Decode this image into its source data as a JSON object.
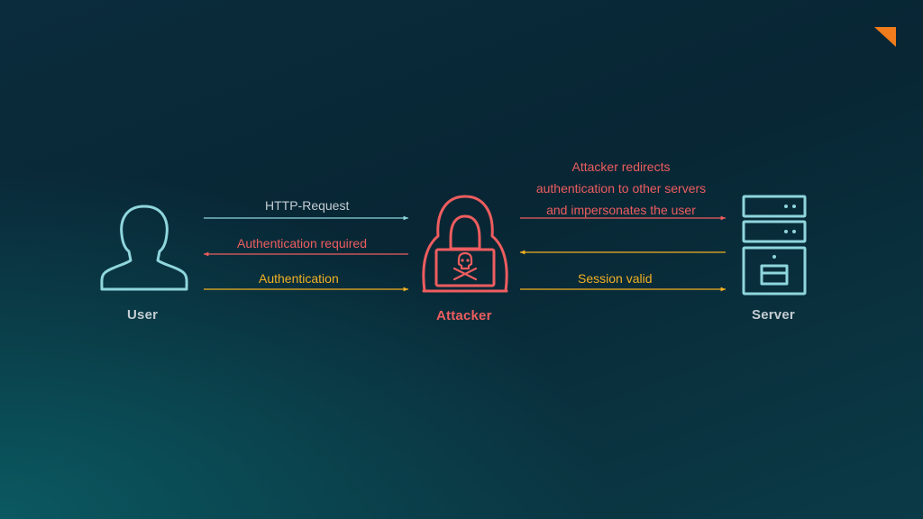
{
  "colors": {
    "user": "#8fd6dd",
    "attacker": "#ee5d5f",
    "authentication": "#f3b023",
    "server": "#8fd6dd",
    "label_gray": "#c3cdd2",
    "brand_accent": "#f07c1c",
    "background_dark": "#082634",
    "background_teal": "#0b5961"
  },
  "logo": {
    "icon": "orange-triangle-icon"
  },
  "actors": {
    "user": {
      "label": "User",
      "icon": "user-silhouette-icon"
    },
    "attacker": {
      "label": "Attacker",
      "icon": "hooded-hacker-laptop-skull-icon"
    },
    "server": {
      "label": "Server",
      "icon": "server-rack-icon"
    }
  },
  "messages": {
    "http_request": {
      "label": "HTTP-Request",
      "direction": "user-to-attacker"
    },
    "auth_required": {
      "label": "Authentication required",
      "direction": "attacker-to-user"
    },
    "authentication": {
      "label": "Authentication",
      "direction": "user-to-attacker"
    },
    "redirect": {
      "lines": [
        "Attacker redirects",
        "authentication to other servers",
        "and impersonates the user"
      ],
      "direction": "attacker-to-server"
    },
    "server_reply": {
      "label": "",
      "direction": "server-to-attacker"
    },
    "session_valid": {
      "label": "Session valid",
      "direction": "attacker-to-server"
    }
  }
}
